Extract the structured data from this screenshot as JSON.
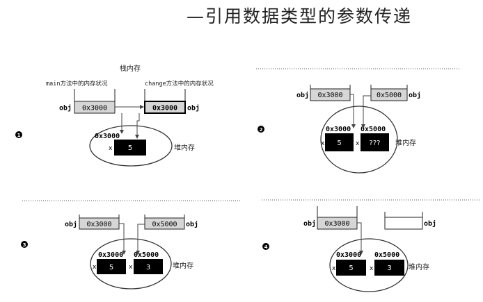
{
  "title": "—引用数据类型的参数传递",
  "labels": {
    "stack_memory": "栈内存",
    "main_state": "main方法中的内存状况",
    "change_state": "change方法中的内存状况",
    "heap_memory": "堆内存",
    "obj": "obj",
    "x": "x"
  },
  "steps": [
    {
      "number": "1",
      "obj_main": "0x3000",
      "obj_change": "0x3000",
      "addr": "0x3000",
      "value": "5"
    },
    {
      "number": "2",
      "obj_main": "0x3000",
      "obj_change": "0x5000",
      "addr_a": "0x3000",
      "addr_b": "0x5000",
      "value_a": "5",
      "value_b": "???"
    },
    {
      "number": "3",
      "obj_main": "0x3000",
      "obj_change": "0x5000",
      "addr_a": "0x3000",
      "addr_b": "0x5000",
      "value_a": "5",
      "value_b": "3"
    },
    {
      "number": "4",
      "obj_main": "0x3000",
      "obj_change": "",
      "addr_a": "0x3000",
      "addr_b": "0x5000",
      "value_a": "5",
      "value_b": "3"
    }
  ]
}
